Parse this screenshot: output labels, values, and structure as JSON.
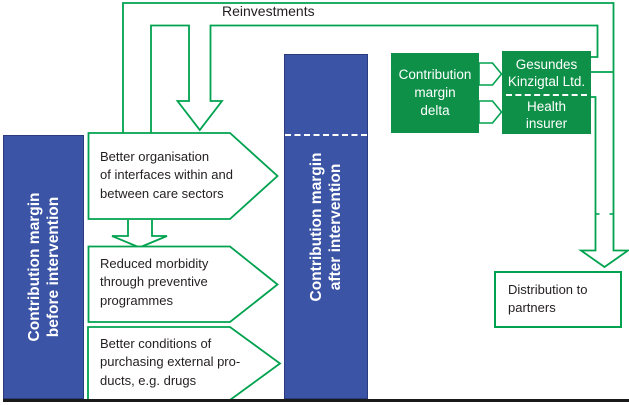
{
  "colors": {
    "bar_blue": "#3B54A6",
    "green_line": "#00A24F",
    "green_fill": "#0E9048",
    "text_dark": "#231F20",
    "baseline_black": "#1A1A1A",
    "dashed_marker_white": "#FFFFFF"
  },
  "labels": {
    "reinvestments": "Reinvestments"
  },
  "bars": {
    "before": {
      "line1": "Contribution margin",
      "line2": "before intervention"
    },
    "after": {
      "line1": "Contribution margin",
      "line2": "after intervention"
    }
  },
  "measures": [
    {
      "lines": [
        "Better organisation",
        "of interfaces within and",
        "between care sectors"
      ]
    },
    {
      "lines": [
        "Reduced morbidity",
        "through preventive",
        "programmes"
      ]
    },
    {
      "lines": [
        "Better conditions of",
        "purchasing external pro-",
        "ducts, e.g. drugs"
      ]
    }
  ],
  "delta_box": {
    "line1": "Contribution",
    "line2": "margin",
    "line3": "delta"
  },
  "partners_box": {
    "top": {
      "line1": "Gesundes",
      "line2": "Kinzigtal Ltd."
    },
    "bottom": {
      "line1": "Health",
      "line2": "insurer"
    }
  },
  "distribution_box": {
    "line1": "Distribution to",
    "line2": "partners"
  },
  "flows": [
    "Contribution margin delta -> Gesundes Kinzigtal Ltd.",
    "Contribution margin delta -> Health insurer",
    "Gesundes Kinzigtal Ltd. -> Reinvestments pipe -> measures",
    "Gesundes Kinzigtal Ltd. / Health insurer -> Distribution to partners",
    "Better organisation -> Reduced morbidity (small down arrow)"
  ]
}
